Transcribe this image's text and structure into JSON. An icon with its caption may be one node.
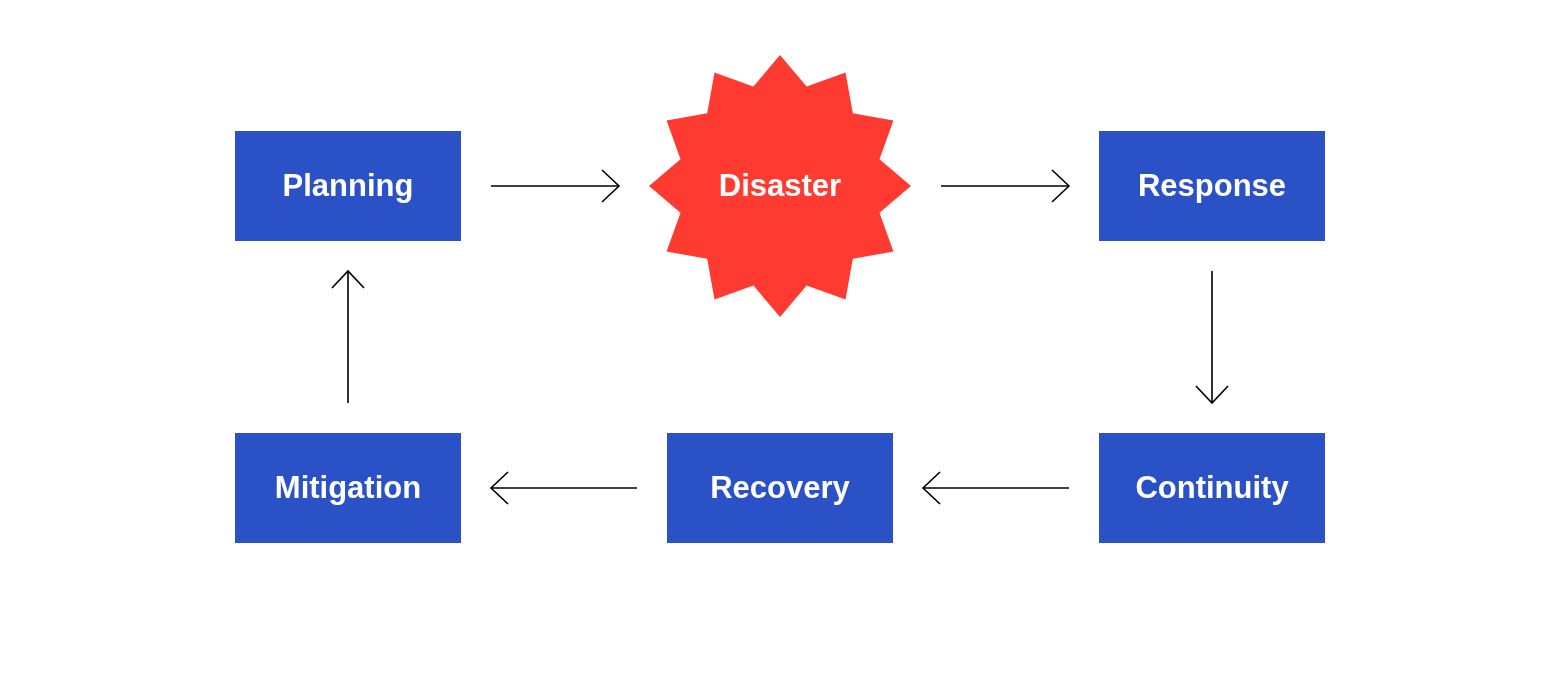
{
  "diagram": {
    "nodes": [
      {
        "text": [
          "Planning"
        ]
      },
      {
        "text": [
          "Disaster"
        ]
      },
      {
        "text": [
          "Response"
        ]
      },
      {
        "text": [
          "Mitigation"
        ]
      },
      {
        "text": [
          "Recovery"
        ]
      },
      {
        "text": [
          "Continuity"
        ]
      }
    ],
    "edges": [
      {
        "from": 0,
        "to": 1,
        "arrow": "to"
      },
      {
        "from": 1,
        "to": 2,
        "arrow": "to"
      },
      {
        "from": 2,
        "to": 5,
        "arrow": "to"
      },
      {
        "from": 5,
        "to": 4,
        "arrow": "to"
      },
      {
        "from": 4,
        "to": 3,
        "arrow": "to"
      },
      {
        "from": 3,
        "to": 0,
        "arrow": "to"
      }
    ]
  }
}
